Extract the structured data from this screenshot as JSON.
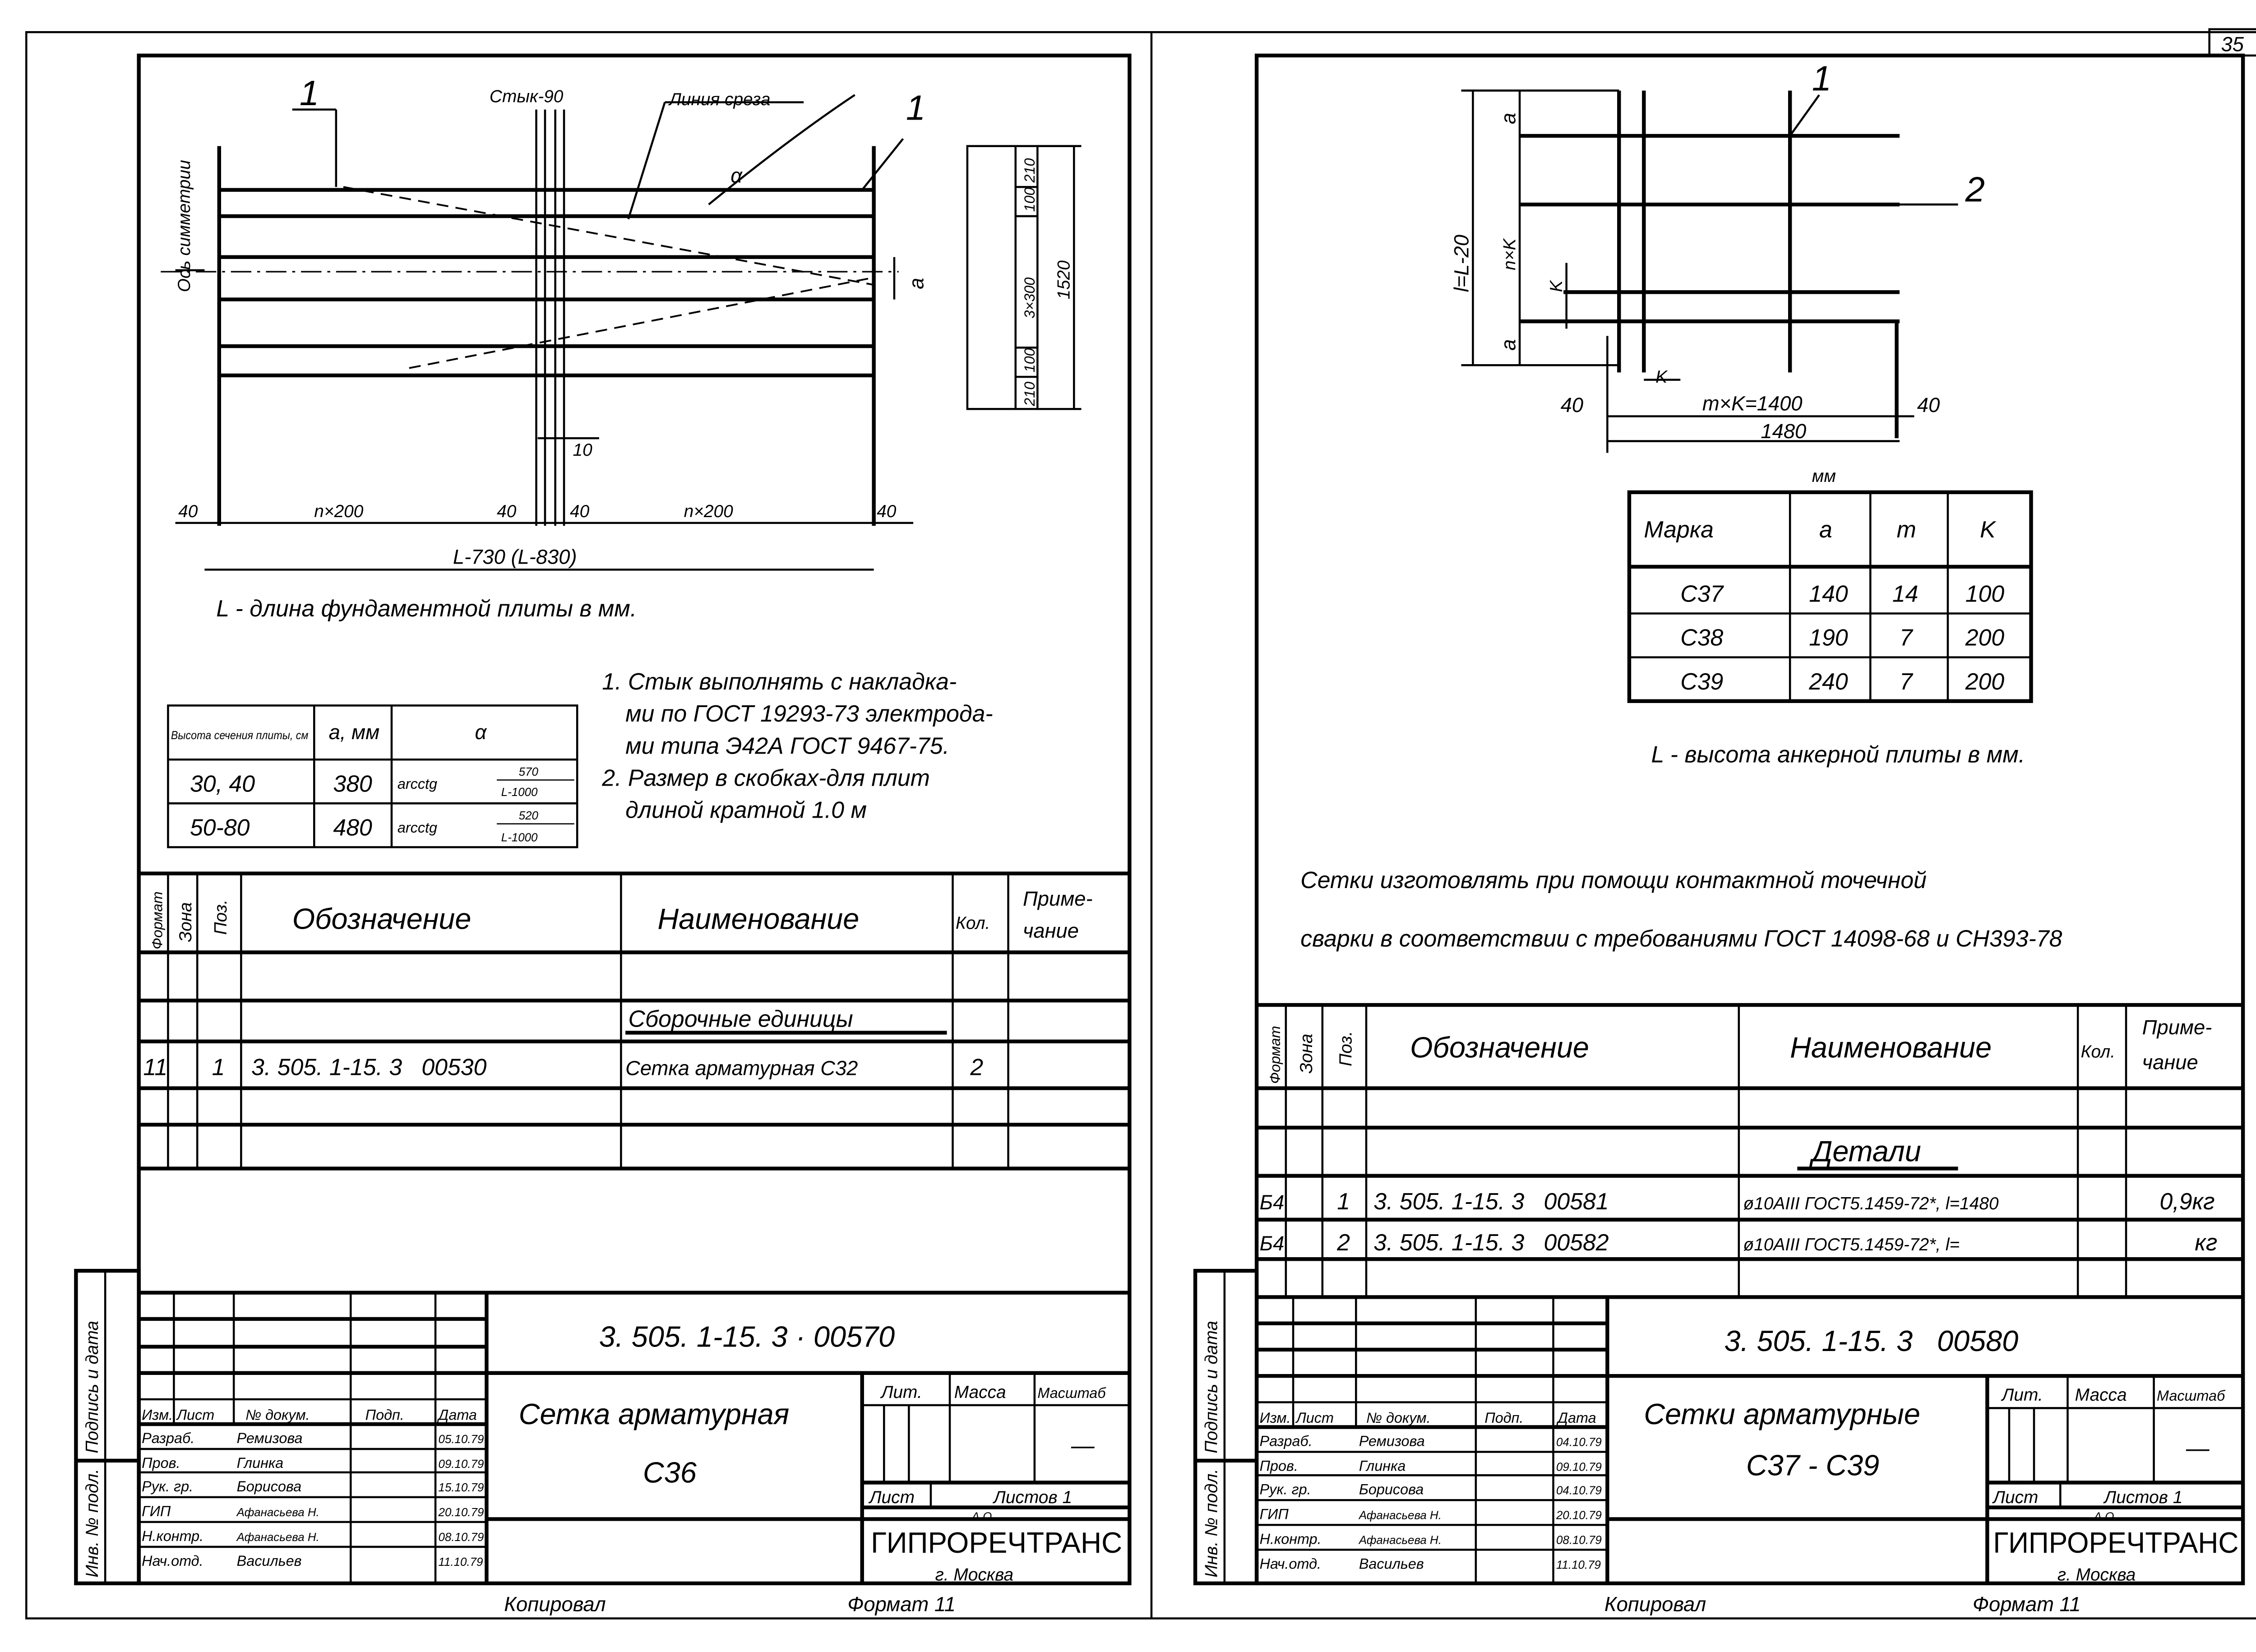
{
  "page_number": "35",
  "left_sheet": {
    "drawing": {
      "symmetry_axis": "Ось симметрии",
      "joint": "Стык-90",
      "cut_line": "Линия среза",
      "callout_1a": "1",
      "callout_1b": "1",
      "alpha": "α",
      "a": "a",
      "dims_right": [
        "210",
        "100",
        "3×300",
        "100",
        "210"
      ],
      "dim_total": "1520",
      "dim_10": "10",
      "dims_bottom": [
        "40",
        "n×200",
        "40",
        "40",
        "n×200",
        "40"
      ],
      "dim_length": "L-730 (L-830)",
      "caption": "L - длина фундаментной плиты в мм."
    },
    "param_table": {
      "headers": [
        "Высота сечения плиты, см",
        "a, мм",
        "α"
      ],
      "rows": [
        {
          "height": "30, 40",
          "a": "380",
          "alpha_fn": "arcctg",
          "num": "570",
          "den": "L-1000"
        },
        {
          "height": "50-80",
          "a": "480",
          "alpha_fn": "arcctg",
          "num": "520",
          "den": "L-1000"
        }
      ]
    },
    "notes": [
      "1. Стык выполнять с накладка-",
      "ми по ГОСТ 19293-73 электрода-",
      "ми типа Э42А ГОСТ 9467-75.",
      "2. Размер в скобках-для плит",
      "длиной кратной 1.0 м"
    ],
    "spec": {
      "headers": [
        "Формат",
        "Зона",
        "Поз.",
        "Обозначение",
        "Наименование",
        "Кол.",
        "Приме-",
        "чание"
      ],
      "section": "Сборочные единицы",
      "rows": [
        {
          "format": "11",
          "zone": "",
          "pos": "1",
          "designation": "3. 505. 1-15. 3   00530",
          "name": "Сетка арматурная С32",
          "qty": "2",
          "note": ""
        }
      ]
    },
    "title_block": {
      "code": "3. 505. 1-15. 3 · 00570",
      "name_line1": "Сетка арматурная",
      "name_line2": "С36",
      "headers": [
        "Изм.",
        "Лист",
        "№ докум.",
        "Подп.",
        "Дата"
      ],
      "staff": [
        {
          "role": "Разраб.",
          "name": "Ремизова",
          "date": "05.10.79"
        },
        {
          "role": "Пров.",
          "name": "Глинка",
          "date": "09.10.79"
        },
        {
          "role": "Рук. гр.",
          "name": "Борисова",
          "date": "15.10.79"
        },
        {
          "role": "ГИП",
          "name": "Афанасьева Н.",
          "date": "20.10.79"
        },
        {
          "role": "Н.контр.",
          "name": "Афанасьева Н.",
          "date": "08.10.79"
        },
        {
          "role": "Нач.отд.",
          "name": "Васильев",
          "date": "11.10.79"
        }
      ],
      "lit": "Лит.",
      "mass": "Масса",
      "scale": "Масштаб",
      "scale_value": "—",
      "sheet": "Лист",
      "sheets": "Листов 1",
      "org_top": "А.О.",
      "org": "ГИПРОРЕЧТРАНС",
      "city": "г. Москва"
    },
    "side_strip": {
      "sign_date": "Подпись и дата",
      "inv": "Инв. № подл."
    },
    "copied": "Копировал",
    "format": "Формат 11"
  },
  "right_sheet": {
    "drawing": {
      "callout_1": "1",
      "callout_2": "2",
      "a_top": "a",
      "nk": "n×K",
      "k_side": "K",
      "a_bottom": "a",
      "l_height": "l=L-20",
      "k_bottom": "K",
      "dims_bottom": [
        "40",
        "m×K=1400",
        "40"
      ],
      "dim_total": "1480",
      "unit": "мм",
      "caption": "L - высота анкерной плиты в мм."
    },
    "mark_table": {
      "headers": [
        "Марка",
        "a",
        "m",
        "K"
      ],
      "rows": [
        [
          "С37",
          "140",
          "14",
          "100"
        ],
        [
          "С38",
          "190",
          "7",
          "200"
        ],
        [
          "С39",
          "240",
          "7",
          "200"
        ]
      ]
    },
    "notes": [
      "Сетки изготовлять при помощи контактной точечной",
      "сварки в соответствии с требованиями ГОСТ 14098-68 и СН393-78"
    ],
    "spec": {
      "headers": [
        "Формат",
        "Зона",
        "Поз.",
        "Обозначение",
        "Наименование",
        "Кол.",
        "Приме-",
        "чание"
      ],
      "section": "Детали",
      "rows": [
        {
          "format": "Б4",
          "zone": "",
          "pos": "1",
          "designation": "3. 505. 1-15. 3   00581",
          "name": "ø10АIII ГОСТ5.1459-72*, l=1480",
          "qty": "",
          "note": "0,9кг"
        },
        {
          "format": "Б4",
          "zone": "",
          "pos": "2",
          "designation": "3. 505. 1-15. 3   00582",
          "name": "ø10АIII ГОСТ5.1459-72*, l=",
          "qty": "",
          "note": "кг"
        }
      ]
    },
    "title_block": {
      "code": "3. 505. 1-15. 3   00580",
      "name_line1": "Сетки арматурные",
      "name_line2": "С37 - С39",
      "headers": [
        "Изм.",
        "Лист",
        "№ докум.",
        "Подп.",
        "Дата"
      ],
      "staff": [
        {
          "role": "Разраб.",
          "name": "Ремизова",
          "date": "04.10.79"
        },
        {
          "role": "Пров.",
          "name": "Глинка",
          "date": "09.10.79"
        },
        {
          "role": "Рук. гр.",
          "name": "Борисова",
          "date": "04.10.79"
        },
        {
          "role": "ГИП",
          "name": "Афанасьева Н.",
          "date": "20.10.79"
        },
        {
          "role": "Н.контр.",
          "name": "Афанасьева Н.",
          "date": "08.10.79"
        },
        {
          "role": "Нач.отд.",
          "name": "Васильев",
          "date": "11.10.79"
        }
      ],
      "lit": "Лит.",
      "mass": "Масса",
      "scale": "Масштаб",
      "scale_value": "—",
      "sheet": "Лист",
      "sheets": "Листов 1",
      "org_top": "А.О.",
      "org": "ГИПРОРЕЧТРАНС",
      "city": "г. Москва"
    },
    "side_strip": {
      "sign_date": "Подпись и дата",
      "inv": "Инв. № подл."
    },
    "copied": "Копировал",
    "format": "Формат 11"
  }
}
